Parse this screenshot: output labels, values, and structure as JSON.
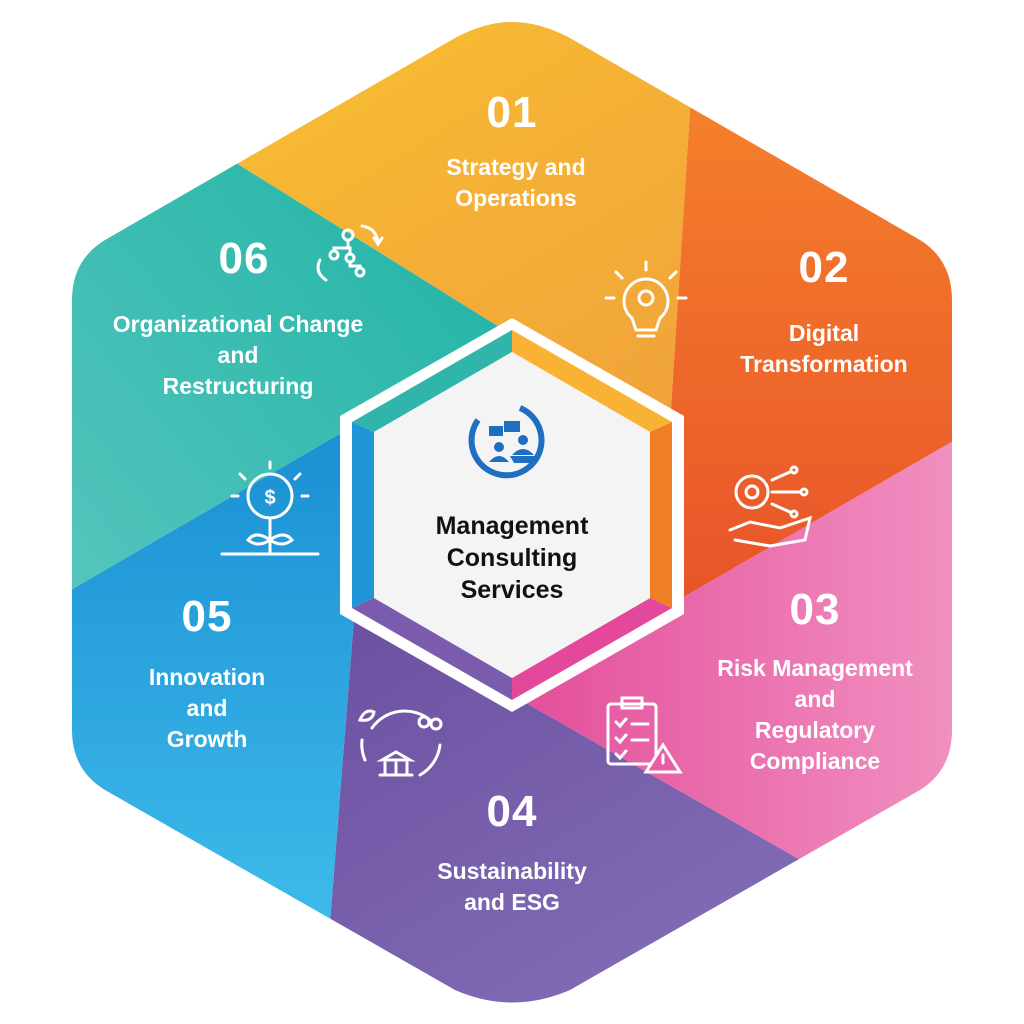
{
  "title": "Management Consulting Services",
  "center": {
    "line1": "Management",
    "line2": "Consulting",
    "line3": "Services",
    "icon": "meeting-icon"
  },
  "segments": [
    {
      "number": "01",
      "line1": "Strategy and",
      "line2": "Operations",
      "icon": "lightbulb-gear-icon",
      "colors": [
        "#FBC531",
        "#F0A23A"
      ]
    },
    {
      "number": "02",
      "line1": "Digital",
      "line2": "Transformation",
      "icon": "gear-hand-icon",
      "colors": [
        "#F7892B",
        "#E8532A"
      ]
    },
    {
      "number": "03",
      "line1": "Risk Management",
      "line2": "and",
      "line3": "Regulatory",
      "line4": "Compliance",
      "icon": "clipboard-warning-icon",
      "colors": [
        "#E34E9A",
        "#F39AC6"
      ]
    },
    {
      "number": "04",
      "line1": "Sustainability",
      "line2": "and ESG",
      "icon": "sustainability-cycle-icon",
      "colors": [
        "#6B4FA0",
        "#8A78BE"
      ]
    },
    {
      "number": "05",
      "line1": "Innovation",
      "line2": "and",
      "line3": "Growth",
      "icon": "money-lightbulb-plant-icon",
      "colors": [
        "#1A8FD3",
        "#45C3EE"
      ]
    },
    {
      "number": "06",
      "line1": "Organizational Change",
      "line2": "and",
      "line3": "Restructuring",
      "icon": "org-chart-icon",
      "colors": [
        "#15B0A0",
        "#5CC7C0"
      ]
    }
  ]
}
